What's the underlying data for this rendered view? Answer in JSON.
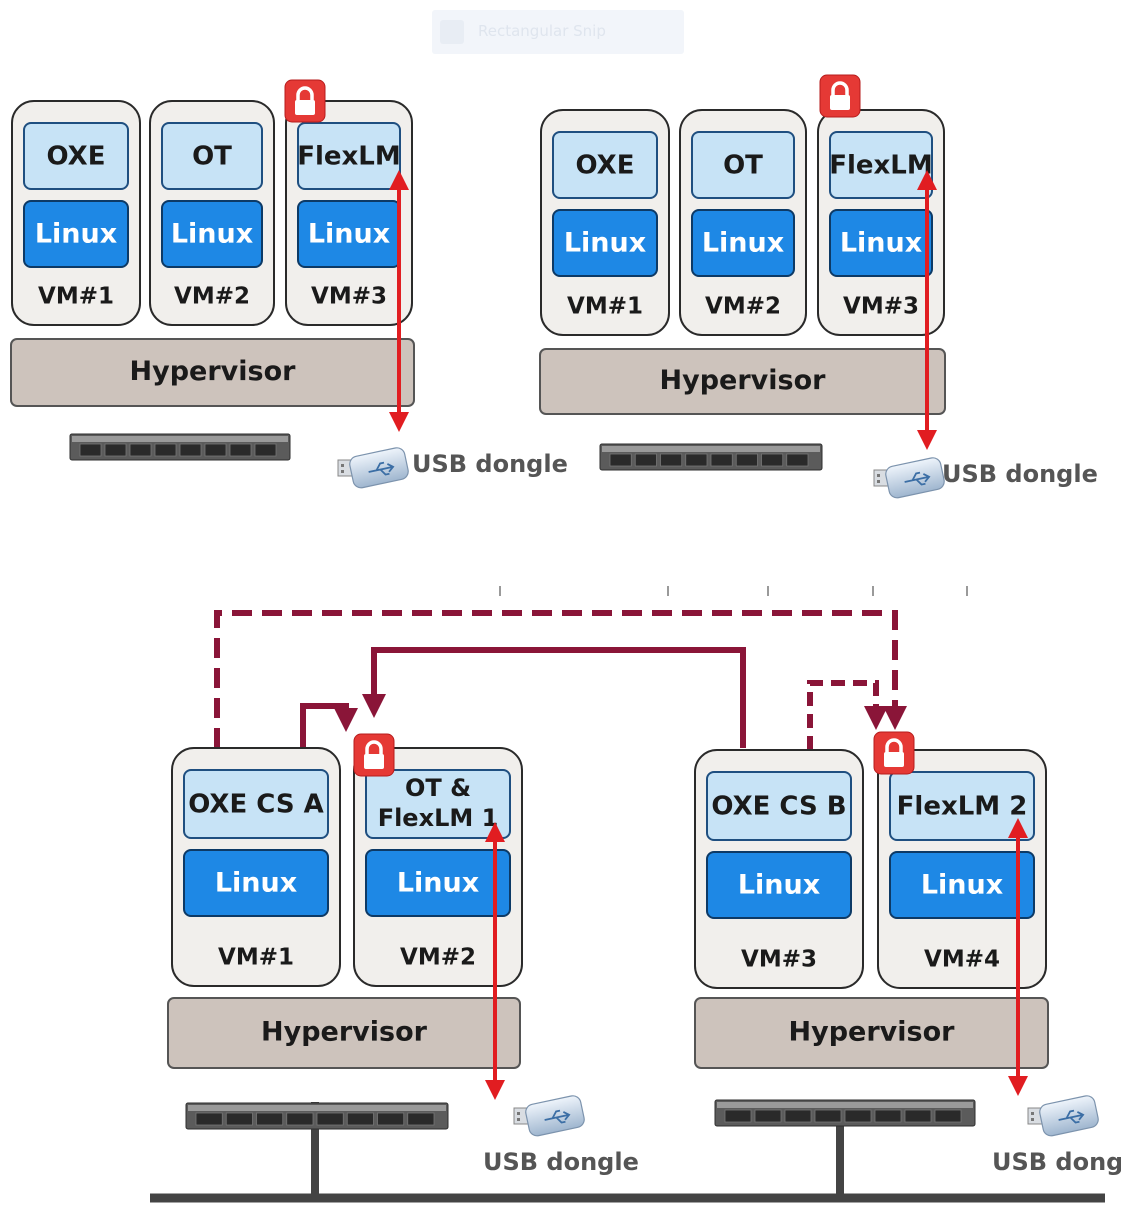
{
  "watermark": "Rectangular Snip",
  "labels": {
    "oxe": "OXE",
    "ot": "OT",
    "flexlm": "FlexLM",
    "linux": "Linux",
    "vm1": "VM#1",
    "vm2": "VM#2",
    "vm3": "VM#3",
    "vm4": "VM#4",
    "hypervisor": "Hypervisor",
    "usb_dongle": "USB dongle",
    "oxe_cs_a": "OXE CS A",
    "oxe_cs_b": "OXE CS B",
    "ot_flexlm1_line1": "OT &",
    "ot_flexlm1_line2": "FlexLM 1",
    "flexlm2": "FlexLM 2"
  },
  "colors": {
    "vm_fill": "#f1efec",
    "vm_border": "#2a2a2a",
    "app_fill": "#c7e3f6",
    "linux_fill": "#1e88e5",
    "hypervisor_fill": "#cdc3bc",
    "arrow_red": "#e11d21",
    "link_maroon": "#8a1538",
    "lock_red": "#e53935",
    "network": "#444444"
  }
}
